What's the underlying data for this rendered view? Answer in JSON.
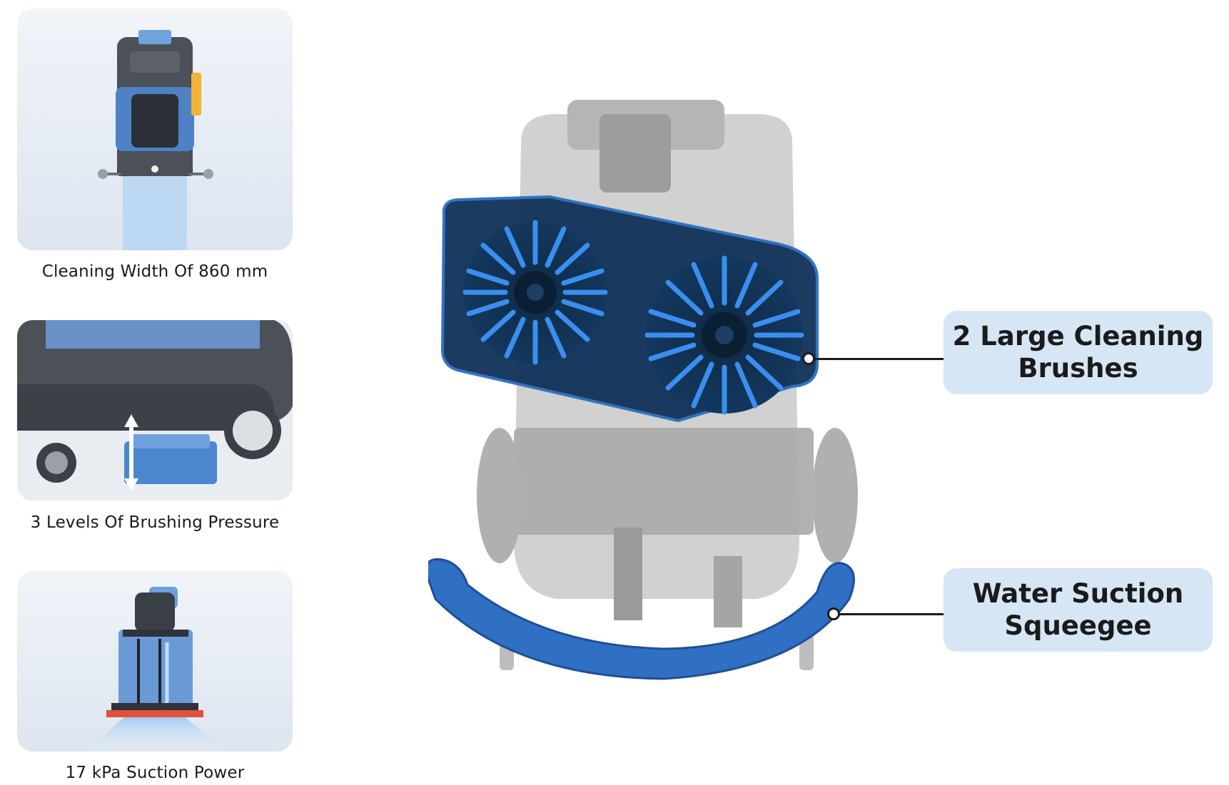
{
  "features": [
    {
      "caption": "Cleaning Width Of 860 mm",
      "icon": "top-view-machine-icon"
    },
    {
      "caption": "3 Levels Of Brushing Pressure",
      "icon": "brush-pressure-icon"
    },
    {
      "caption": "17 kPa Suction Power",
      "icon": "suction-rear-view-icon"
    }
  ],
  "callouts": {
    "brushes": {
      "line1": "2 Large Cleaning",
      "line2": "Brushes"
    },
    "squeegee": {
      "line1": "Water Suction",
      "line2": "Squeegee"
    }
  },
  "colors": {
    "brush_blue": "#2d7fd8",
    "deck_navy": "#12345a",
    "squeegee_blue": "#2f6fc4",
    "callout_bg": "#d6e6f4",
    "suction_red": "#e0503a"
  }
}
